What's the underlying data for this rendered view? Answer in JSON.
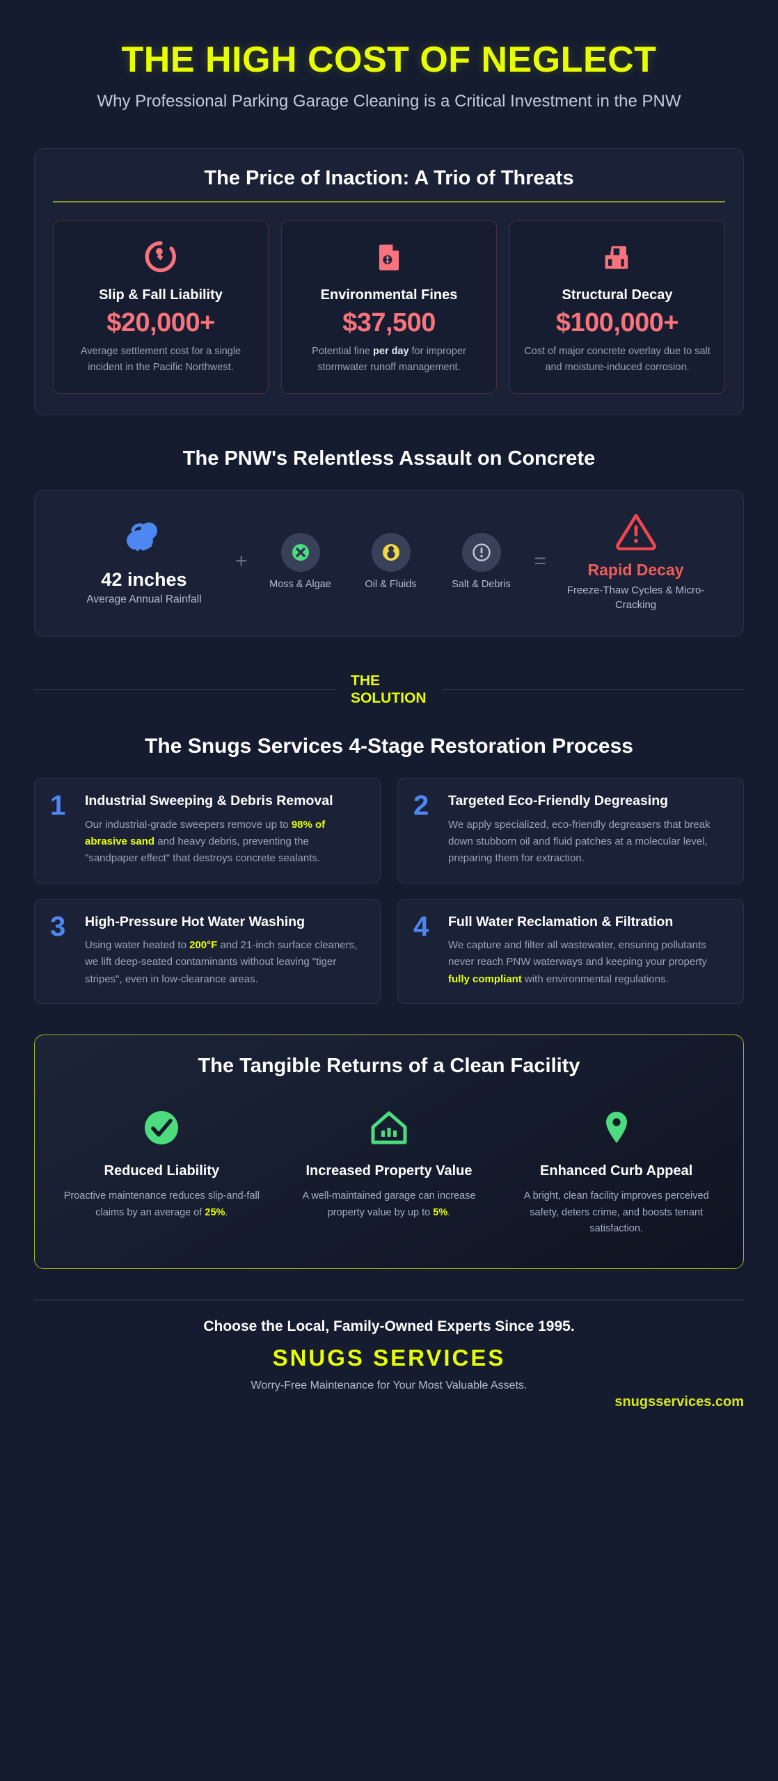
{
  "hero": {
    "title": "THE HIGH COST OF NEGLECT",
    "subtitle": "Why Professional Parking Garage Cleaning is a Critical Investment in the PNW"
  },
  "threats_panel": {
    "title": "The Price of Inaction: A Trio of Threats",
    "cards": [
      {
        "icon": "slip-fall-icon",
        "name": "Slip & Fall Liability",
        "value": "$20,000+",
        "desc_pre": "Average settlement cost for a single incident in the Pacific Northwest.",
        "desc_bold": "",
        "desc_post": ""
      },
      {
        "icon": "fine-document-icon",
        "name": "Environmental Fines",
        "value": "$37,500",
        "desc_pre": "Potential fine ",
        "desc_bold": "per day",
        "desc_post": " for improper stormwater runoff management."
      },
      {
        "icon": "building-decay-icon",
        "name": "Structural Decay",
        "value": "$100,000+",
        "desc_pre": "Cost of major concrete overlay due to salt and moisture-induced corrosion.",
        "desc_bold": "",
        "desc_post": ""
      }
    ]
  },
  "assault": {
    "heading": "The PNW's Relentless Assault on Concrete",
    "rain": {
      "icon": "cloud-rain-icon",
      "value": "42 inches",
      "label": "Average Annual Rainfall"
    },
    "op_plus": "+",
    "op_equals": "=",
    "contaminants": [
      {
        "icon": "moss-algae-icon",
        "label": "Moss & Algae",
        "color": "#4ddc7d"
      },
      {
        "icon": "oil-fluids-icon",
        "label": "Oil & Fluids",
        "color": "#f5d742"
      },
      {
        "icon": "salt-debris-icon",
        "label": "Salt & Debris",
        "color": "#c3cbdb"
      }
    ],
    "result": {
      "icon": "warning-triangle-icon",
      "title": "Rapid Decay",
      "subtitle": "Freeze-Thaw Cycles & Micro-Cracking"
    }
  },
  "divider": {
    "label_line1": "THE",
    "label_line2": "SOLUTION"
  },
  "process": {
    "title": "The Snugs Services 4-Stage Restoration Process",
    "steps": [
      {
        "num": "1",
        "title": "Industrial Sweeping & Debris Removal",
        "desc_pre": "Our industrial-grade sweepers remove up to ",
        "desc_bold": "98% of abrasive sand",
        "desc_post": " and heavy debris, preventing the \"sandpaper effect\" that destroys concrete sealants."
      },
      {
        "num": "2",
        "title": "Targeted Eco-Friendly Degreasing",
        "desc_pre": "We apply specialized, eco-friendly degreasers that break down stubborn oil and fluid patches at a molecular level, preparing them for extraction.",
        "desc_bold": "",
        "desc_post": ""
      },
      {
        "num": "3",
        "title": "High-Pressure Hot Water Washing",
        "desc_pre": "Using water heated to ",
        "desc_bold": "200°F",
        "desc_post": " and 21-inch surface cleaners, we lift deep-seated contaminants without leaving \"tiger stripes\", even in low-clearance areas."
      },
      {
        "num": "4",
        "title": "Full Water Reclamation & Filtration",
        "desc_pre": "We capture and filter all wastewater, ensuring pollutants never reach PNW waterways and keeping your property ",
        "desc_bold": "fully compliant",
        "desc_post": " with environmental regulations."
      }
    ]
  },
  "returns": {
    "title": "The Tangible Returns of a Clean Facility",
    "items": [
      {
        "icon": "check-circle-icon",
        "name": "Reduced Liability",
        "desc_pre": "Proactive maintenance reduces slip-and-fall claims by an average of ",
        "desc_bold": "25%",
        "desc_post": "."
      },
      {
        "icon": "property-value-icon",
        "name": "Increased Property Value",
        "desc_pre": "A well-maintained garage can increase property value by up to ",
        "desc_bold": "5%",
        "desc_post": "."
      },
      {
        "icon": "map-pin-icon",
        "name": "Enhanced Curb Appeal",
        "desc_pre": "A bright, clean facility improves perceived safety, deters crime, and boosts tenant satisfaction.",
        "desc_bold": "",
        "desc_post": ""
      }
    ]
  },
  "footer": {
    "line1": "Choose the Local, Family-Owned Experts Since 1995.",
    "brand": "SNUGS SERVICES",
    "tagline": "Worry-Free Maintenance for Your Most Valuable Assets.",
    "url": "snugsservices.com"
  },
  "colors": {
    "accent_yellow": "#e8ff00",
    "danger_red": "#f9737c",
    "alert_red": "#f05b5b",
    "step_blue": "#4f87f2",
    "rain_blue": "#4f87f2",
    "success_green": "#4ddc7d",
    "background": "#151c30",
    "panel": "#1b2237"
  }
}
